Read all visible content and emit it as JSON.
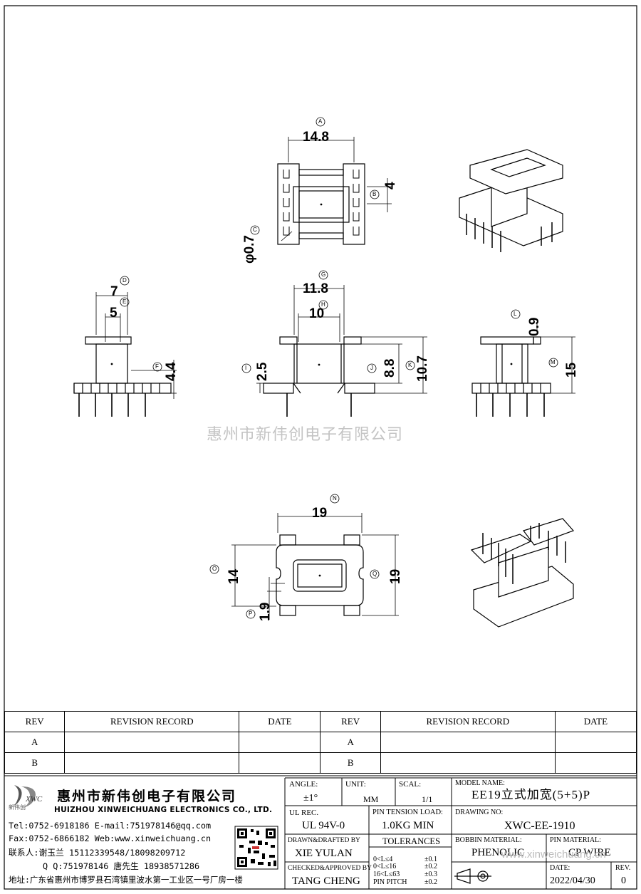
{
  "views": {
    "top": {
      "dim_a": "14.8",
      "dim_b": "4",
      "dim_c": "φ0.7",
      "bub_a": "A",
      "bub_b": "B",
      "bub_c": "C"
    },
    "left": {
      "dim_d": "7",
      "dim_e": "5",
      "dim_f": "4.4",
      "bub_d": "D",
      "bub_e": "E",
      "bub_f": "F"
    },
    "front": {
      "dim_g": "11.8",
      "dim_h": "10",
      "dim_i": "2.5",
      "dim_j": "8.8",
      "dim_k": "10.7",
      "bub_g": "G",
      "bub_h": "H",
      "bub_i": "I",
      "bub_j": "J",
      "bub_k": "K"
    },
    "right": {
      "dim_l": "0.9",
      "dim_m": "15",
      "bub_l": "L",
      "bub_m": "M"
    },
    "bottom": {
      "dim_n": "19",
      "dim_o": "14",
      "dim_p": "1.9",
      "dim_q": "19",
      "bub_n": "N",
      "bub_o": "O",
      "bub_p": "P",
      "bub_q": "Q"
    }
  },
  "watermark": "惠州市新伟创电子有限公司",
  "revision": {
    "headers": [
      "REV",
      "REVISION RECORD",
      "DATE",
      "REV",
      "REVISION RECORD",
      "DATE"
    ],
    "rows": [
      [
        "A",
        "",
        "",
        "A",
        "",
        ""
      ],
      [
        "B",
        "",
        "",
        "B",
        "",
        ""
      ]
    ]
  },
  "company": {
    "logo_cn": "新伟创",
    "logo_en": "XWC",
    "name_cn": "惠州市新伟创电子有限公司",
    "name_en": "HUIZHOU XINWEICHUANG ELECTRONICS CO., LTD.",
    "line1": "Tel:0752-6918186 E-mail:751978146@qq.com",
    "line2": "Fax:0752-6866182 Web:www.xinweichuang.cn",
    "line3": "联系人:谢玉兰 15112339548/18098209712",
    "line4": "Q Q:751978146   唐先生 18938571286",
    "address": "地址:广东省惠州市博罗县石湾镇里波水第一工业区一号厂房一楼"
  },
  "title_block": {
    "angle_label": "ANGLE:",
    "angle_value": "±1°",
    "unit_label": "UNIT:",
    "unit_value": "MM",
    "scale_label": "SCAL:",
    "scale_value": "1/1",
    "model_label": "MODEL NAME:",
    "model_value": "EE19立式加宽(5+5)P",
    "ul_label": "UL REC.",
    "ul_value": "UL 94V-0",
    "pin_tension_label": "PIN TENSION LOAD:",
    "pin_tension_value": "1.0KG MIN",
    "drawing_no_label": "DRAWING NO:",
    "drawing_no_value": "XWC-EE-1910",
    "drawn_label": "DRAWN&DRAFTED BY",
    "drawn_value": "XIE YULAN",
    "tolerances_label": "TOLERANCES",
    "tol_rows": [
      [
        "0<L≤4",
        "±0.1"
      ],
      [
        "0<L≤16",
        "±0.2"
      ],
      [
        "16<L≤63",
        "±0.3"
      ],
      [
        "PIN PITCH",
        "±0.2"
      ]
    ],
    "bobbin_label": "BOBBIN MATERIAL:",
    "bobbin_value": "PHENOLIC",
    "pin_material_label": "PIN MATERIAL:",
    "pin_material_value": "CP WIRE",
    "checked_label": "CHECKED&APPROVED BY",
    "checked_value": "TANG CHENG",
    "date_label": "DATE:",
    "date_value": "2022/04/30",
    "rev_label": "REV.",
    "rev_value": "0",
    "watermark_url": "www.xinweichuang.cn"
  }
}
